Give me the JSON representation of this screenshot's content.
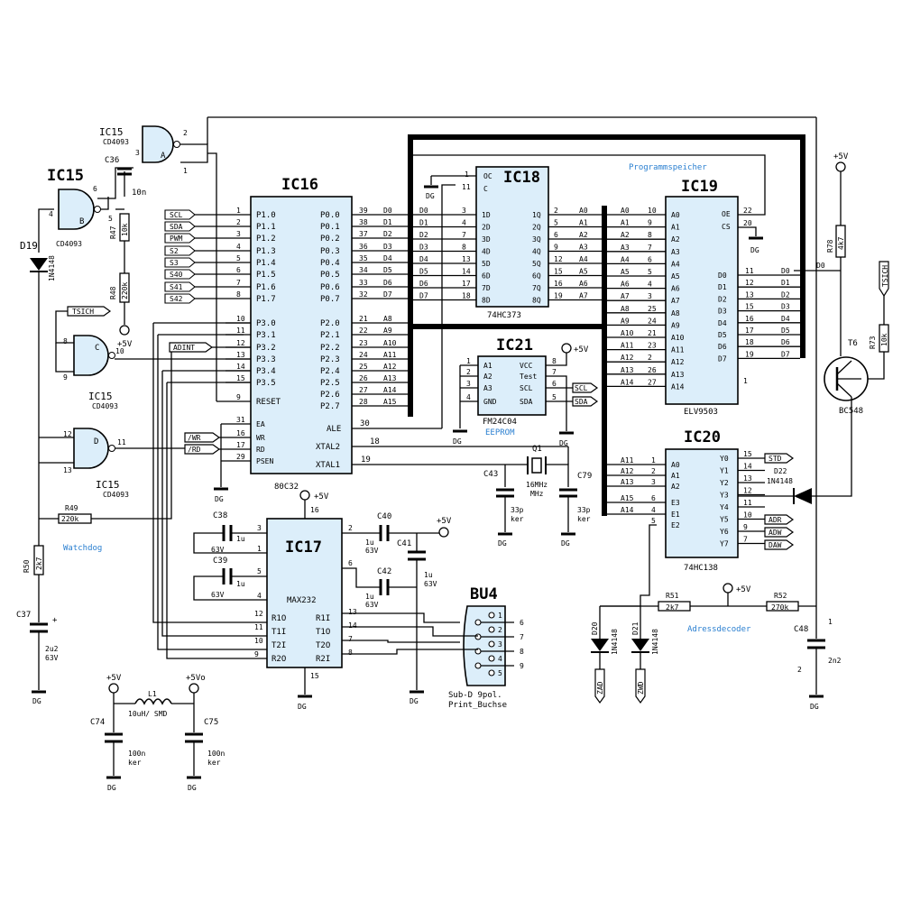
{
  "ics": {
    "ic16": {
      "name": "IC16",
      "type": "80C32",
      "left_pins": [
        {
          "num": "1",
          "label": "P1.0",
          "sig": "SCL"
        },
        {
          "num": "2",
          "label": "P1.1",
          "sig": "SDA"
        },
        {
          "num": "3",
          "label": "P1.2",
          "sig": "PWM"
        },
        {
          "num": "4",
          "label": "P1.3",
          "sig": "S2"
        },
        {
          "num": "5",
          "label": "P1.4",
          "sig": "S3"
        },
        {
          "num": "6",
          "label": "P1.5",
          "sig": "S40"
        },
        {
          "num": "7",
          "label": "P1.6",
          "sig": "S41"
        },
        {
          "num": "8",
          "label": "P1.7",
          "sig": "S42"
        },
        {
          "num": "10",
          "label": "P3.0",
          "sig": ""
        },
        {
          "num": "11",
          "label": "P3.1",
          "sig": ""
        },
        {
          "num": "12",
          "label": "P3.2",
          "sig": ""
        },
        {
          "num": "13",
          "label": "P3.3",
          "sig": ""
        },
        {
          "num": "14",
          "label": "P3.4",
          "sig": ""
        },
        {
          "num": "15",
          "label": "P3.5",
          "sig": ""
        },
        {
          "num": "9",
          "label": "RESET",
          "sig": ""
        }
      ],
      "bottom_left_pins": [
        {
          "num": "31",
          "label": "EA"
        },
        {
          "num": "16",
          "label": "WR"
        },
        {
          "num": "17",
          "label": "RD"
        },
        {
          "num": "29",
          "label": "PSEN"
        }
      ],
      "right_pins": [
        {
          "num": "39",
          "label": "P0.0",
          "sig": "D0"
        },
        {
          "num": "38",
          "label": "P0.1",
          "sig": "D1"
        },
        {
          "num": "37",
          "label": "P0.2",
          "sig": "D2"
        },
        {
          "num": "36",
          "label": "P0.3",
          "sig": "D3"
        },
        {
          "num": "35",
          "label": "P0.4",
          "sig": "D4"
        },
        {
          "num": "34",
          "label": "P0.5",
          "sig": "D5"
        },
        {
          "num": "33",
          "label": "P0.6",
          "sig": "D6"
        },
        {
          "num": "32",
          "label": "P0.7",
          "sig": "D7"
        },
        {
          "num": "21",
          "label": "P2.0",
          "sig": "A8"
        },
        {
          "num": "22",
          "label": "P2.1",
          "sig": "A9"
        },
        {
          "num": "23",
          "label": "P2.2",
          "sig": "A10"
        },
        {
          "num": "24",
          "label": "P2.3",
          "sig": "A11"
        },
        {
          "num": "25",
          "label": "P2.4",
          "sig": "A12"
        },
        {
          "num": "26",
          "label": "P2.5",
          "sig": "A13"
        },
        {
          "num": "27",
          "label": "P2.6",
          "sig": "A14"
        },
        {
          "num": "28",
          "label": "P2.7",
          "sig": "A15"
        }
      ],
      "ale": {
        "num": "30",
        "label": "ALE"
      },
      "xtal2": {
        "num": "18",
        "label": "XTAL2"
      },
      "xtal1": {
        "num": "19",
        "label": "XTAL1"
      }
    },
    "ic18": {
      "name": "IC18",
      "type": "74HC373",
      "oc": "OC",
      "c": "C",
      "oc_num": "1",
      "c_num": "11",
      "in_labels": [
        "1D",
        "2D",
        "3D",
        "4D",
        "5D",
        "6D",
        "7D",
        "8D"
      ],
      "in_nums": [
        "3",
        "4",
        "7",
        "8",
        "13",
        "14",
        "17",
        "18"
      ],
      "out_labels": [
        "1Q",
        "2Q",
        "3Q",
        "4Q",
        "5Q",
        "6Q",
        "7Q",
        "8Q"
      ],
      "out_nums": [
        "2",
        "5",
        "6",
        "9",
        "12",
        "15",
        "16",
        "19"
      ],
      "d_sigs": [
        "D0",
        "D1",
        "D2",
        "D3",
        "D4",
        "D5",
        "D6",
        "D7"
      ],
      "a_sigs": [
        "A0",
        "A1",
        "A2",
        "A3",
        "A4",
        "A5",
        "A6",
        "A7"
      ]
    },
    "ic19": {
      "name": "IC19",
      "type": "ELV9503",
      "note": "Programmspeicher",
      "a_labels": [
        "A0",
        "A1",
        "A2",
        "A3",
        "A4",
        "A5",
        "A6",
        "A7",
        "A8",
        "A9",
        "A10",
        "A11",
        "A12",
        "A13",
        "A14"
      ],
      "a_nums": [
        "10",
        "9",
        "8",
        "7",
        "6",
        "5",
        "4",
        "3",
        "25",
        "24",
        "21",
        "23",
        "2",
        "26",
        "27"
      ],
      "oe": "OE",
      "oe_num": "22",
      "cs": "CS",
      "cs_num": "20",
      "d_labels": [
        "D0",
        "D1",
        "D2",
        "D3",
        "D4",
        "D5",
        "D6",
        "D7"
      ],
      "d_nums": [
        "11",
        "12",
        "13",
        "15",
        "16",
        "17",
        "18",
        "19"
      ],
      "pin1": "1"
    },
    "ic20": {
      "name": "IC20",
      "type": "74HC138",
      "note": "Adressdecoder",
      "in_labels": [
        "A0",
        "A1",
        "A2"
      ],
      "in_nums": [
        "1",
        "2",
        "3"
      ],
      "in_sigs": [
        "A11",
        "A12",
        "A13"
      ],
      "en_labels": [
        "E3",
        "E1",
        "E2"
      ],
      "en_nums": [
        "6",
        "4",
        "5"
      ],
      "en_sigs": [
        "A15",
        "A14",
        ""
      ],
      "out_labels": [
        "Y0",
        "Y1",
        "Y2",
        "Y3",
        "Y4",
        "Y5",
        "Y6",
        "Y7"
      ],
      "out_nums": [
        "15",
        "14",
        "13",
        "12",
        "11",
        "10",
        "9",
        "7"
      ]
    },
    "ic21": {
      "name": "IC21",
      "type": "FM24C04",
      "note": "EEPROM",
      "left": [
        "A1",
        "A2",
        "A3",
        "GND"
      ],
      "left_nums": [
        "1",
        "2",
        "3",
        "4"
      ],
      "right": [
        "VCC",
        "Test",
        "SCL",
        "SDA"
      ],
      "right_nums": [
        "8",
        "7",
        "6",
        "5"
      ]
    },
    "ic17": {
      "name": "IC17",
      "type": "MAX232",
      "left": [
        "R1O",
        "T1I",
        "T2I",
        "R2O"
      ],
      "left_nums": [
        "12",
        "11",
        "10",
        "9"
      ],
      "right": [
        "R1I",
        "T1O",
        "T2O",
        "R2I"
      ],
      "right_nums": [
        "13",
        "14",
        "7",
        "8"
      ],
      "top_num": "16",
      "bottom_num": "15",
      "cap_nums": [
        "3",
        "1",
        "5",
        "4",
        "2",
        "6"
      ]
    },
    "ic15a": {
      "name": "IC15",
      "type": "CD4093",
      "unit": "A",
      "pins": [
        "2",
        "3",
        "1"
      ]
    },
    "ic15b": {
      "name": "IC15",
      "type": "CD4093",
      "unit": "B",
      "pins": [
        "6",
        "4",
        "5"
      ]
    },
    "ic15c": {
      "name": "IC15",
      "type": "CD4093",
      "unit": "C",
      "pins": [
        "8",
        "9",
        "10"
      ]
    },
    "ic15d": {
      "name": "IC15",
      "type": "CD4093",
      "unit": "D",
      "pins": [
        "12",
        "13",
        "11"
      ]
    }
  },
  "components": {
    "c36": {
      "ref": "C36",
      "value": "10n"
    },
    "r47": {
      "ref": "R47",
      "value": "10k"
    },
    "r48": {
      "ref": "R48",
      "value": "220k"
    },
    "d19": {
      "ref": "D19",
      "value": "1N4148"
    },
    "r49": {
      "ref": "R49",
      "value": "220k"
    },
    "r50": {
      "ref": "R50",
      "value": "2k7"
    },
    "c37": {
      "ref": "C37",
      "value": "2u2",
      "voltage": "63V"
    },
    "c38": {
      "ref": "C38",
      "value": "1u",
      "voltage": "63V"
    },
    "c39": {
      "ref": "C39",
      "value": "1u",
      "voltage": "63V"
    },
    "c40": {
      "ref": "C40",
      "value": "1u",
      "voltage": "63V"
    },
    "c41": {
      "ref": "C41",
      "value": "1u",
      "voltage": "63V"
    },
    "c42": {
      "ref": "C42",
      "value": "1u",
      "voltage": "63V"
    },
    "c43": {
      "ref": "C43",
      "value": "33p",
      "type": "ker"
    },
    "c79": {
      "ref": "C79",
      "value": "33p",
      "type": "ker"
    },
    "q1": {
      "ref": "Q1",
      "value": "16MHz",
      "unit": "MHz"
    },
    "r78": {
      "ref": "R78",
      "value": "4k7"
    },
    "r73": {
      "ref": "R73",
      "value": "10k"
    },
    "t6": {
      "ref": "T6",
      "value": "BC548"
    },
    "d22": {
      "ref": "D22",
      "value": "1N4148"
    },
    "r51": {
      "ref": "R51",
      "value": "2k7"
    },
    "r52": {
      "ref": "R52",
      "value": "270k"
    },
    "c48": {
      "ref": "C48",
      "value": "2n2",
      "pin1": "1",
      "pin2": "2"
    },
    "d20": {
      "ref": "D20",
      "value": "1N4148"
    },
    "d21": {
      "ref": "D21",
      "value": "1N4148"
    },
    "l1": {
      "ref": "L1",
      "value": "10uH/ SMD"
    },
    "c74": {
      "ref": "C74",
      "value": "100n",
      "type": "ker"
    },
    "c75": {
      "ref": "C75",
      "value": "100n",
      "type": "ker"
    },
    "bu4": {
      "ref": "BU4",
      "desc1": "Sub-D 9pol.",
      "desc2": "Print_Buchse",
      "pins": [
        "1",
        "2",
        "3",
        "4",
        "5",
        "6",
        "7",
        "8",
        "9"
      ]
    }
  },
  "nets": {
    "vcc": "+5V",
    "vcc_o": "+5Vo",
    "gnd": "DG",
    "tsich": "TSICH",
    "adint": "ADINT",
    "wr": "/WR",
    "rd": "/RD",
    "watchdog": "Watchdog",
    "std": "STD",
    "adr": "ADR",
    "adw": "ADW",
    "daw": "DAW",
    "zad": "ZAD",
    "zwd": "ZWD",
    "scl": "SCL",
    "sda": "SDA"
  },
  "colors": {
    "ic_fill": "#dceefa",
    "note_text": "#2a7fd0",
    "line": "#000000"
  }
}
